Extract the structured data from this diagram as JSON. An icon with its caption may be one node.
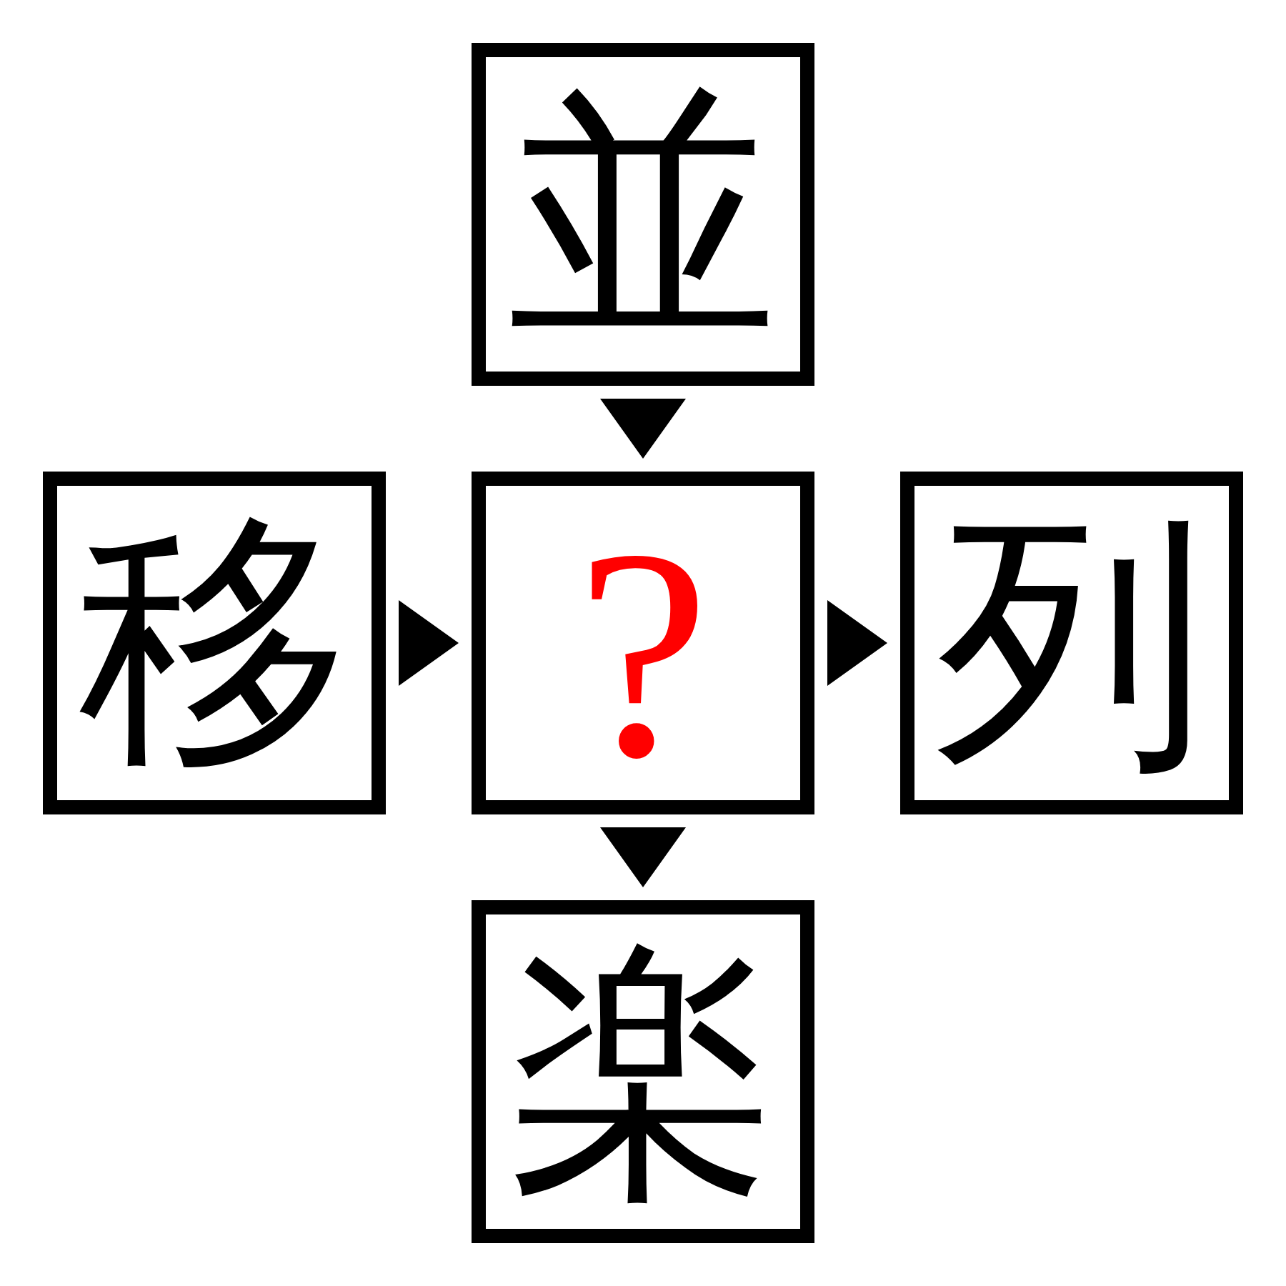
{
  "diagram": {
    "nodes": [
      {
        "text": [
          "並"
        ]
      },
      {
        "text": [
          "移"
        ]
      },
      {
        "text": [
          "?"
        ]
      },
      {
        "text": [
          "列"
        ]
      },
      {
        "text": [
          "楽"
        ]
      }
    ],
    "edges": [
      {
        "from": 0,
        "to": 2,
        "arrow": "to"
      },
      {
        "from": 1,
        "to": 2,
        "arrow": "to"
      },
      {
        "from": 2,
        "to": 3,
        "arrow": "to"
      },
      {
        "from": 2,
        "to": 4,
        "arrow": "to"
      }
    ]
  }
}
